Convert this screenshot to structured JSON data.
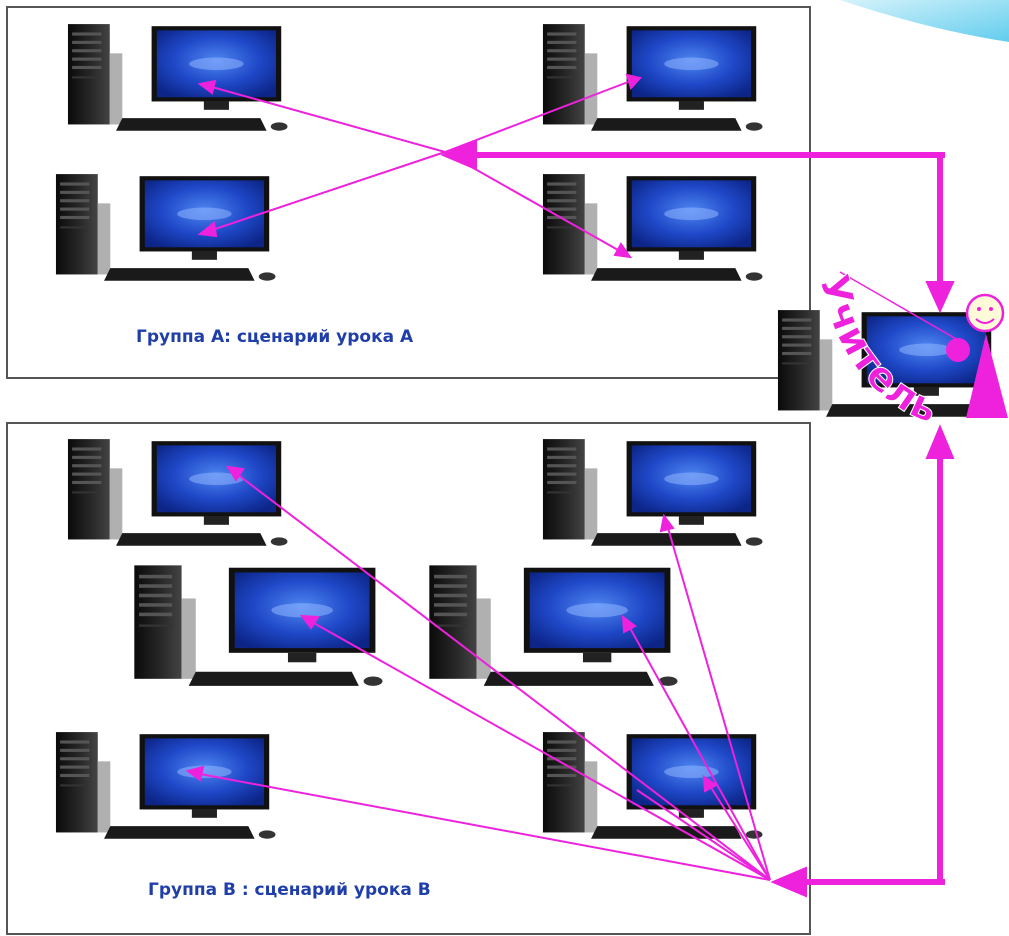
{
  "colors": {
    "arrow": "#ee22dd",
    "frame": "#555555",
    "label": "#1f3ea8",
    "screen": "#1f48c8",
    "corner": "#78d6f0"
  },
  "group_a": {
    "label": "Группа А: сценарий урока А",
    "computer_count": 4
  },
  "group_b": {
    "label": "Группа В : сценарий урока В",
    "computer_count": 6
  },
  "teacher": {
    "label": "Учитель",
    "icon": "smiley-person-icon"
  }
}
